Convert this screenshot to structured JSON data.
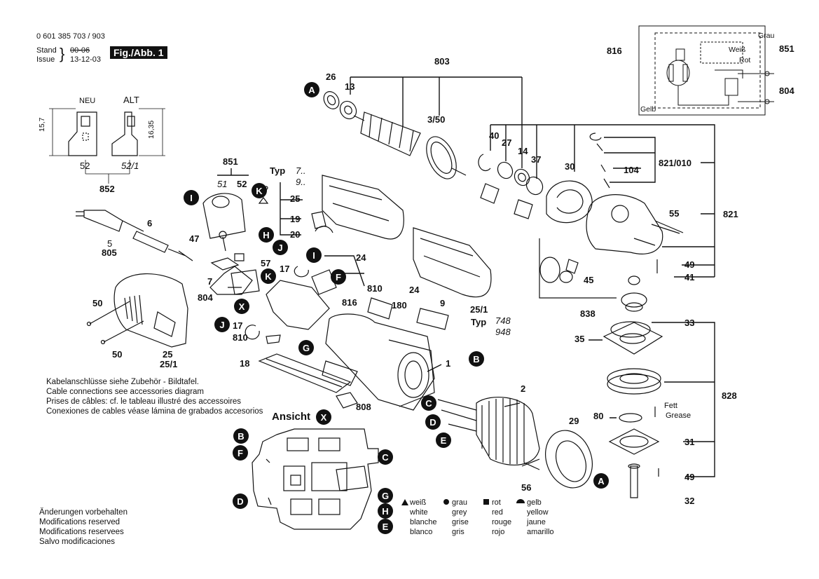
{
  "header": {
    "doc_number": "0 601 385 703 / 903",
    "stand_label": "Stand",
    "issue_label": "Issue",
    "old_date": "00-06",
    "new_date": "13-12-03",
    "figure_label": "Fig./Abb. 1"
  },
  "variants": {
    "neu_label": "NEU",
    "alt_label": "ALT",
    "dim_left": "15,7",
    "dim_right": "16,35",
    "part_neu": "52",
    "part_alt": "52/1",
    "group": "852"
  },
  "cable_note": [
    "Kabelanschlüsse siehe Zubehör - Bildtafel.",
    "Cable connections see accessories diagram",
    "Prises de câbles: cf. le tableau illustré des accessoires",
    "Conexiones de cables véase lámina de grabados accesorios"
  ],
  "modification_note": [
    "Änderungen vorbehalten",
    "Modifications reserved",
    "Modifications reservees",
    "Salvo modificaciones"
  ],
  "ansicht_label": "Ansicht",
  "typ": {
    "label": "Typ",
    "top_values": [
      "7..",
      "9.."
    ],
    "bottom_values": [
      "748",
      "948"
    ]
  },
  "wiring": {
    "grau": "Grau",
    "weiss": "Weiß",
    "rot": "Rot",
    "gelb": "Gelb"
  },
  "grease": {
    "de": "Fett",
    "en": "Grease"
  },
  "color_legend": [
    {
      "symbol": "▲",
      "de": "weiß",
      "en": "white",
      "fr": "blanche",
      "es": "blanco"
    },
    {
      "symbol": "●",
      "de": "grau",
      "en": "grey",
      "fr": "grise",
      "es": "gris"
    },
    {
      "symbol": "■",
      "de": "rot",
      "en": "red",
      "fr": "rouge",
      "es": "rojo"
    },
    {
      "symbol": "◓",
      "de": "gelb",
      "en": "yellow",
      "fr": "jaune",
      "es": "amarillo"
    }
  ],
  "part_numbers": {
    "p803": "803",
    "p26": "26",
    "p13": "13",
    "p3_50": "3/50",
    "p40": "40",
    "p27": "27",
    "p14": "14",
    "p37": "37",
    "p30": "30",
    "p821_010": "821/010",
    "p104": "104",
    "p821": "821",
    "p55": "55",
    "p49a": "49",
    "p41": "41",
    "p45": "45",
    "p838": "838",
    "p33": "33",
    "p35": "35",
    "p828": "828",
    "p80": "80",
    "p31": "31",
    "p49b": "49",
    "p32": "32",
    "p816_top": "816",
    "p851_top": "851",
    "p804_top": "804",
    "p851": "851",
    "p51": "51",
    "p52": "52",
    "p25": "25",
    "p19": "19",
    "p20": "20",
    "p24a": "24",
    "p24b": "24",
    "p25_1a": "25/1",
    "p810a": "810",
    "p816": "816",
    "p180": "180",
    "p9": "9",
    "p17a": "17",
    "p17b": "17",
    "p810b": "810",
    "p47": "47",
    "p57": "57",
    "p7": "7",
    "p804": "804",
    "p6": "6",
    "p5": "5",
    "p805": "805",
    "p50a": "50",
    "p50b": "50",
    "p25b": "25",
    "p25_1b": "25/1",
    "p18": "18",
    "p808": "808",
    "p1": "1",
    "p2": "2",
    "p29": "29",
    "p56": "56"
  },
  "callouts": [
    "A",
    "B",
    "C",
    "D",
    "E",
    "F",
    "G",
    "H",
    "I",
    "J",
    "K",
    "X"
  ]
}
